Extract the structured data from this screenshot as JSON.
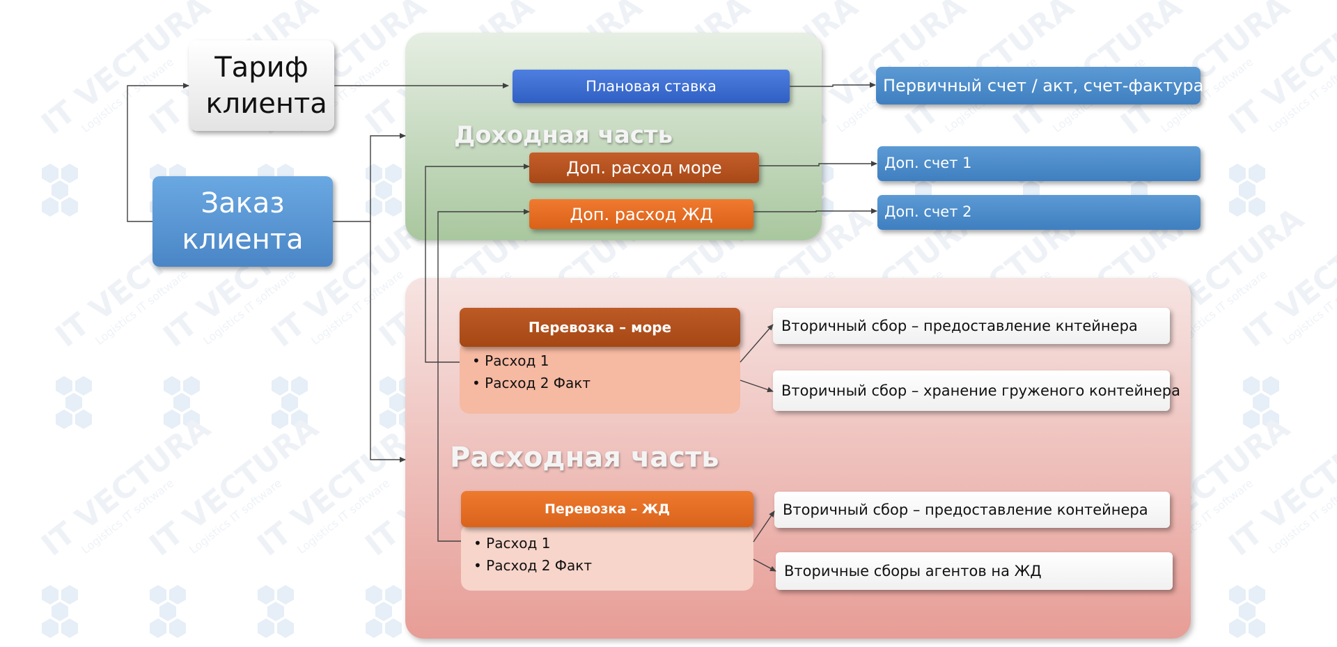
{
  "nodes": {
    "tariff": "Тариф клиента",
    "order": "Заказ клиента",
    "plan_rate": "Плановая ставка",
    "primary_invoice": "Первичный счет / акт, счет-фактура",
    "income_title": "Доходная часть",
    "extra_sea": "Доп. расход море",
    "extra_rail": "Доп. расход ЖД",
    "extra_invoice_1": "Доп. счет 1",
    "extra_invoice_2": "Доп. счет 2",
    "expense_title": "Расходная часть",
    "transport_sea": "Перевозка – море",
    "transport_rail": "Перевозка – ЖД",
    "sea_items": [
      "Расход 1",
      "Расход 2 Факт"
    ],
    "rail_items": [
      "Расход 1",
      "Расход 2 Факт"
    ],
    "sea_fee_1": "Вторичный сбор – предоставление кнтейнера",
    "sea_fee_2": "Вторичный сбор – хранение груженого контейнера",
    "rail_fee_1": "Вторичный сбор – предоставление контейнера",
    "rail_fee_2": "Вторичные сборы агентов на ЖД"
  },
  "watermark": {
    "brand": "VECTURA",
    "prefix": "IT",
    "tagline": "Logistics IT software"
  },
  "colors": {
    "tariff_box": "#f4f4f4",
    "order_box": "#5a9bd8",
    "income_panel": "#bcd3b4",
    "expense_panel": "#eeb3ad",
    "blue_bar": "#3b6fd0",
    "invoice_bar": "#4a8ac9",
    "sea_bar": "#b55220",
    "rail_bar": "#e06b22",
    "sea_list": "#f6b9a2",
    "rail_list": "#f7d2c6",
    "connector": "#404040"
  }
}
